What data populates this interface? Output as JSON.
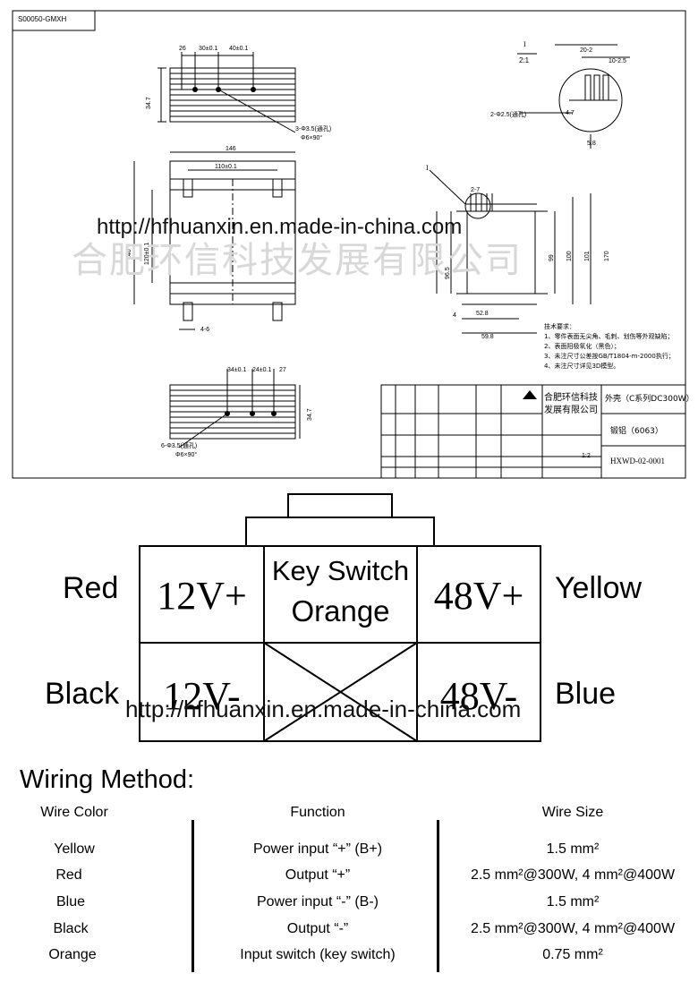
{
  "drawing": {
    "corner_label": "S00050-GMXH",
    "callout_scale": {
      "mark": "I",
      "ratio": "2:1"
    },
    "watermark_url": "http://hfhuanxin.en.made-in-china.com",
    "watermark_cn": "合肥环信科技发展有限公司",
    "notes_title": "技术要求：",
    "notes": [
      "1、零件表面无尖角、毛刺、划伤等外观缺陷；",
      "2、表面阳极氧化（黑色）；",
      "3、未注尺寸公差按GB/T1804-m-2000执行；",
      "4、未注尺寸详见3D模型。"
    ],
    "title_block": {
      "company_line1": "合肥环信科技",
      "company_line2": "发展有限公司",
      "part_name": "外壳（C系列DC300W）",
      "material": "锻铝（6063）",
      "drawing_no": "HXWD-02-0001",
      "scale": "1:2"
    }
  },
  "connector": {
    "top_left": {
      "wire": "Red",
      "pin": "12V+"
    },
    "top_mid": {
      "line1": "Key Switch",
      "line2": "Orange"
    },
    "top_right": {
      "pin": "48V+",
      "wire": "Yellow"
    },
    "bottom_left": {
      "wire": "Black",
      "pin": "12V-"
    },
    "bottom_right": {
      "pin": "48V-",
      "wire": "Blue"
    },
    "watermark_url": "http://hfhuanxin.en.made-in-china.com"
  },
  "wiring": {
    "title": "Wiring Method:",
    "headers": [
      "Wire Color",
      "Function",
      "Wire Size"
    ],
    "rows": [
      [
        "Yellow",
        "Power input “+” (B+)",
        "1.5 mm²"
      ],
      [
        "Red",
        "Output “+”",
        "2.5 mm²@300W, 4 mm²@400W"
      ],
      [
        "Blue",
        "Power input “-” (B-)",
        "1.5 mm²"
      ],
      [
        "Black",
        "Output “-”",
        "2.5 mm²@300W, 4 mm²@400W"
      ],
      [
        "Orange",
        "Input switch (key switch)",
        "0.75 mm²"
      ]
    ]
  }
}
